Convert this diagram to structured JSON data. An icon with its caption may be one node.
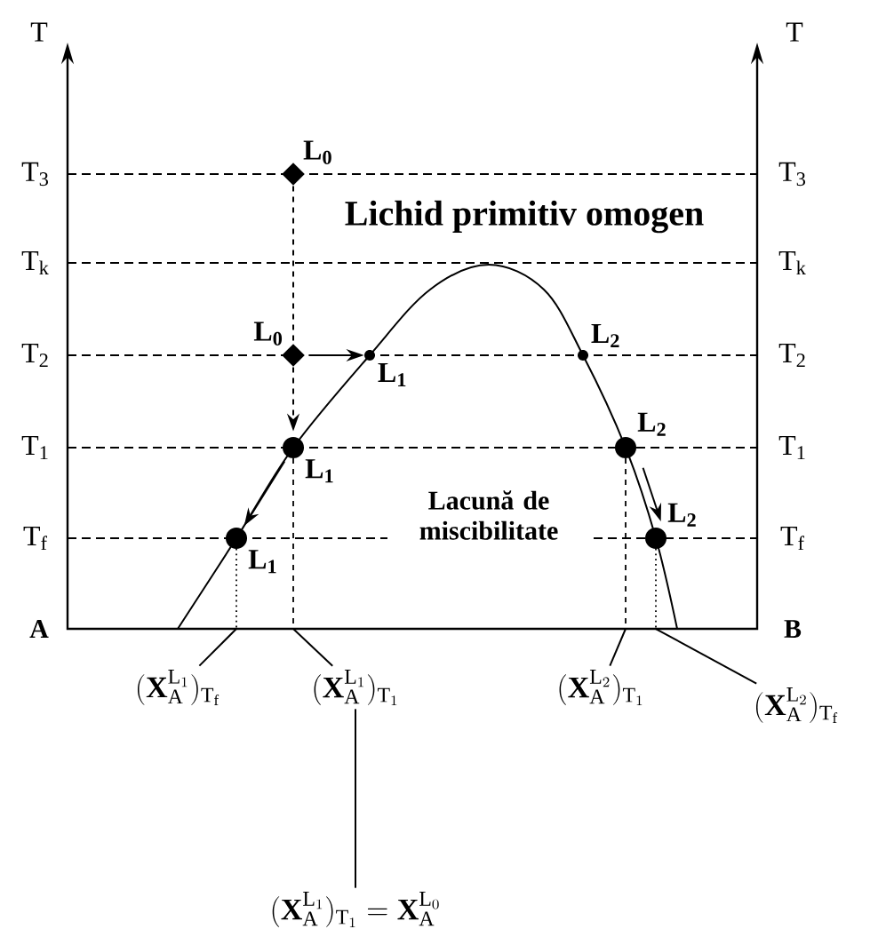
{
  "diagram": {
    "nodes": [
      {
        "text": [
          "L$_{0}$"
        ]
      },
      {
        "text": [
          "L$_{0}$"
        ]
      },
      {
        "text": [
          "L$_{1}$"
        ]
      },
      {
        "text": [
          "L$_{2}$"
        ]
      },
      {
        "text": [
          "L$_{1}$"
        ]
      },
      {
        "text": [
          "L$_{2}$"
        ]
      },
      {
        "text": [
          "L$_{1}$"
        ]
      },
      {
        "text": [
          "L$_{2}$"
        ]
      },
      {
        "text": [
          "(\\mathbf{X}_{\\mathrm{A}}^{\\mathrm{L}_1})_{\\mathrm{T}_\\mathrm{f}}"
        ]
      },
      {
        "text": [
          "(\\mathbf{X}_{\\mathrm{A}}^{\\mathrm{L}_1})_{\\mathrm{T}_1}"
        ]
      },
      {
        "text": [
          "(\\mathbf{X}_{\\mathrm{A}}^{\\mathrm{L}_2})_{\\mathrm{T}_1}"
        ]
      },
      {
        "text": [
          "(\\mathbf{X}_{\\mathrm{A}}^{\\mathrm{L}_2})_{\\mathrm{T}_\\mathrm{f}}"
        ]
      },
      {
        "text": [
          "(\\mathbf{X}_{\\mathrm{A}}^{\\mathrm{L}_1})_{\\mathrm{T}_1} = \\mathbf{X}_{\\mathrm{A}}^{\\mathrm{L}_0}"
        ]
      }
    ],
    "edges": [
      {
        "from": 0,
        "to": 1,
        "arrow": "none",
        "style": "dashed"
      },
      {
        "from": 1,
        "to": 2,
        "arrow": "to"
      },
      {
        "from": 1,
        "to": 4,
        "arrow": "to",
        "style": "dashed"
      },
      {
        "from": 4,
        "to": 6,
        "arrow": "to"
      },
      {
        "from": 5,
        "to": 7,
        "arrow": "to"
      },
      {
        "from": 8,
        "to": null,
        "arrow": "none"
      },
      {
        "from": 9,
        "to": null,
        "arrow": "none"
      },
      {
        "from": 10,
        "to": null,
        "arrow": "none"
      },
      {
        "from": 11,
        "to": null,
        "arrow": "none"
      },
      {
        "from": 9,
        "to": 12,
        "arrow": "none"
      }
    ],
    "labels": [
      "T",
      "T",
      "T$_{3}$",
      "T$_{3}$",
      "Lichid primitiv omogen",
      "T$_{k}$",
      "T$_{k}$",
      "T$_{2}$",
      "T$_{2}$",
      "T$_{1}$",
      "T$_{1}$",
      "Lacună de miscibilitate",
      "T$_{f}$",
      "T$_{f}$",
      "A",
      "B"
    ]
  }
}
